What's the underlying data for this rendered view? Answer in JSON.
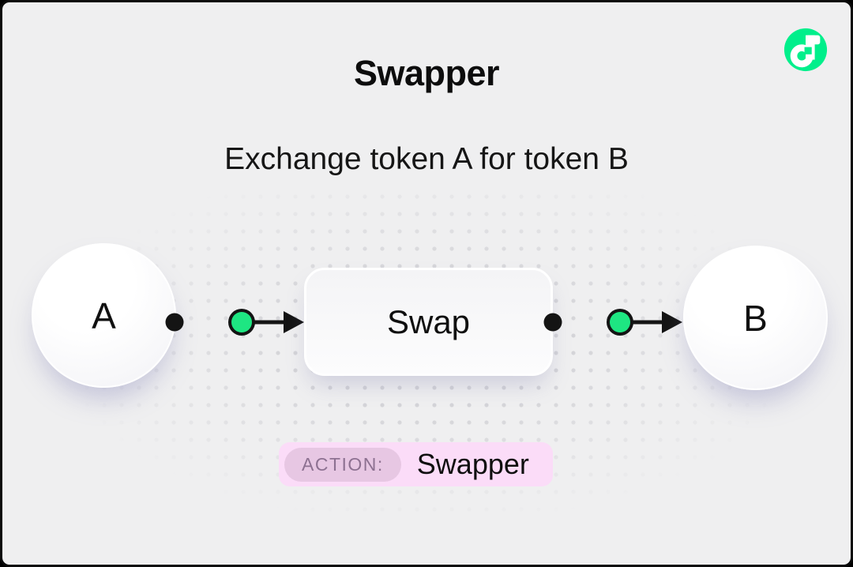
{
  "header": {
    "title": "Swapper",
    "subtitle": "Exchange token A for token B"
  },
  "logo": {
    "icon": "flow-logo",
    "brand_green": "#00ef8b",
    "glyph_color": "#ffffff"
  },
  "diagram": {
    "source_node": {
      "label": "A"
    },
    "process_node": {
      "label": "Swap"
    },
    "target_node": {
      "label": "B"
    },
    "connector": {
      "line_color": "#141414",
      "dot_color": "#141414",
      "port_color": "#1ee682"
    }
  },
  "action_badge": {
    "prefix": "ACTION:",
    "value": "Swapper",
    "bg": "#fbdcf8",
    "pill_bg": "#e7c7e3",
    "pill_text_color": "#8d7191"
  },
  "canvas": {
    "background": "#efeff0",
    "dot_color": "#d2d2d6"
  }
}
